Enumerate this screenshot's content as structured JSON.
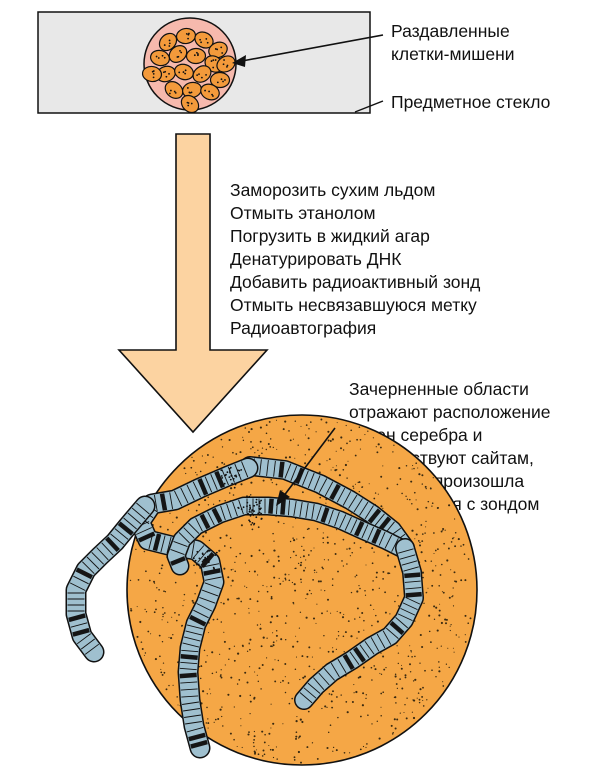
{
  "colors": {
    "slide_fill": "#e8e8e8",
    "smear_fill": "#f6b9ad",
    "cell_fill": "#f39a3b",
    "arrow_fill": "#fcd3a1",
    "dish_fill": "#f5a746",
    "chromosome_fill": "#9fc0cf",
    "band_dark": "#151515",
    "outline": "#111111"
  },
  "labels": {
    "crushed_cells": [
      "Раздавленные",
      "клетки-мишени"
    ],
    "slide": "Предметное стекло",
    "steps": [
      "Заморозить сухим льдом",
      "Отмыть этанолом",
      "Погрузить в жидкий агар",
      "Денатурировать ДНК",
      "Добавить радиоактивный зонд",
      "Отмыть несвязавшуюся метку",
      "Радиоавтография"
    ],
    "dark_regions_note": [
      "Зачерненные области",
      "отражают расположение",
      "зерен серебра и",
      "соответствуют сайтам,",
      "в которых произошла",
      "гибридизация с зондом"
    ]
  },
  "icons": {
    "slide": "microscope-slide",
    "process_arrow": "down-arrow",
    "dish": "autoradiograph-dish"
  }
}
